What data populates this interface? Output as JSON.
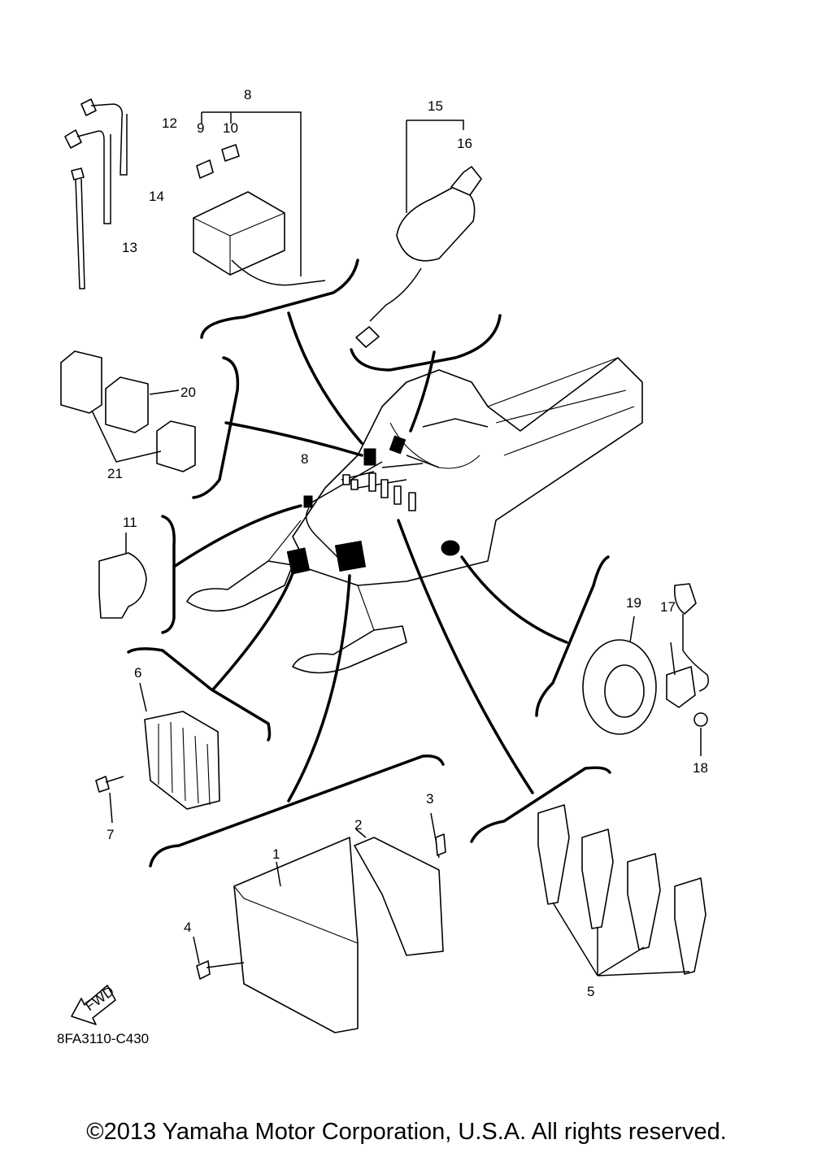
{
  "callouts": {
    "c1": "1",
    "c2": "2",
    "c3": "3",
    "c4": "4",
    "c5": "5",
    "c6": "6",
    "c7": "7",
    "c8a": "8",
    "c8b": "8",
    "c9": "9",
    "c10": "10",
    "c11": "11",
    "c12": "12",
    "c13": "13",
    "c14": "14",
    "c15": "15",
    "c16": "16",
    "c17": "17",
    "c18": "18",
    "c19": "19",
    "c20": "20",
    "c21": "21"
  },
  "fwd_label": "FWD",
  "diagram_code": "8FA3110-C430",
  "copyright": "©2013 Yamaha Motor Corporation, U.S.A. All rights reserved."
}
